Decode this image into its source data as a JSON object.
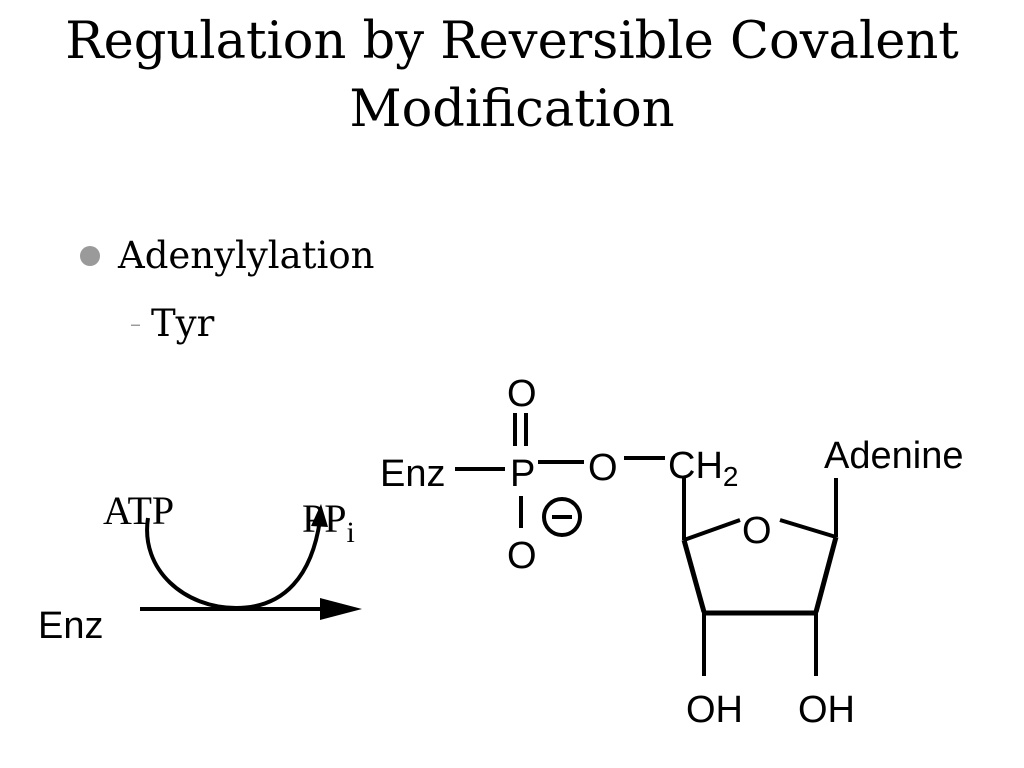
{
  "slide": {
    "title_line1": "Regulation by Reversible Covalent",
    "title_line2": "Modification",
    "bullet": "Adenylylation",
    "subbullet": "Tyr"
  },
  "reaction": {
    "substrate": "Atp",
    "substrate_display": "ATP",
    "product": "PP",
    "product_subscript": "i",
    "enzyme": "Enz"
  },
  "structure": {
    "enz": "Enz",
    "phosphorus": "P",
    "oxygen_top": "O",
    "oxygen_bridge": "O",
    "oxygen_bottom": "O",
    "ch2": "CH",
    "ch2_subscript": "2",
    "ring_oxygen": "O",
    "base": "Adenine",
    "hydroxyl_left": "OH",
    "hydroxyl_right": "OH",
    "charge": "−"
  }
}
